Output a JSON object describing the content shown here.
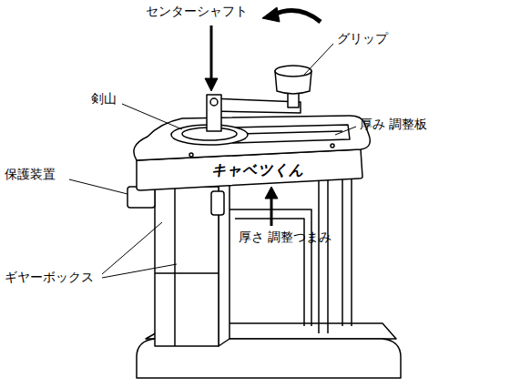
{
  "diagram": {
    "labels": [
      "センターシャフト",
      "グリップ",
      "剣山",
      "厚み 調整板",
      "保護装置",
      "厚さ 調整つまみ",
      "ギヤーボックス",
      "キャベツくん"
    ]
  }
}
